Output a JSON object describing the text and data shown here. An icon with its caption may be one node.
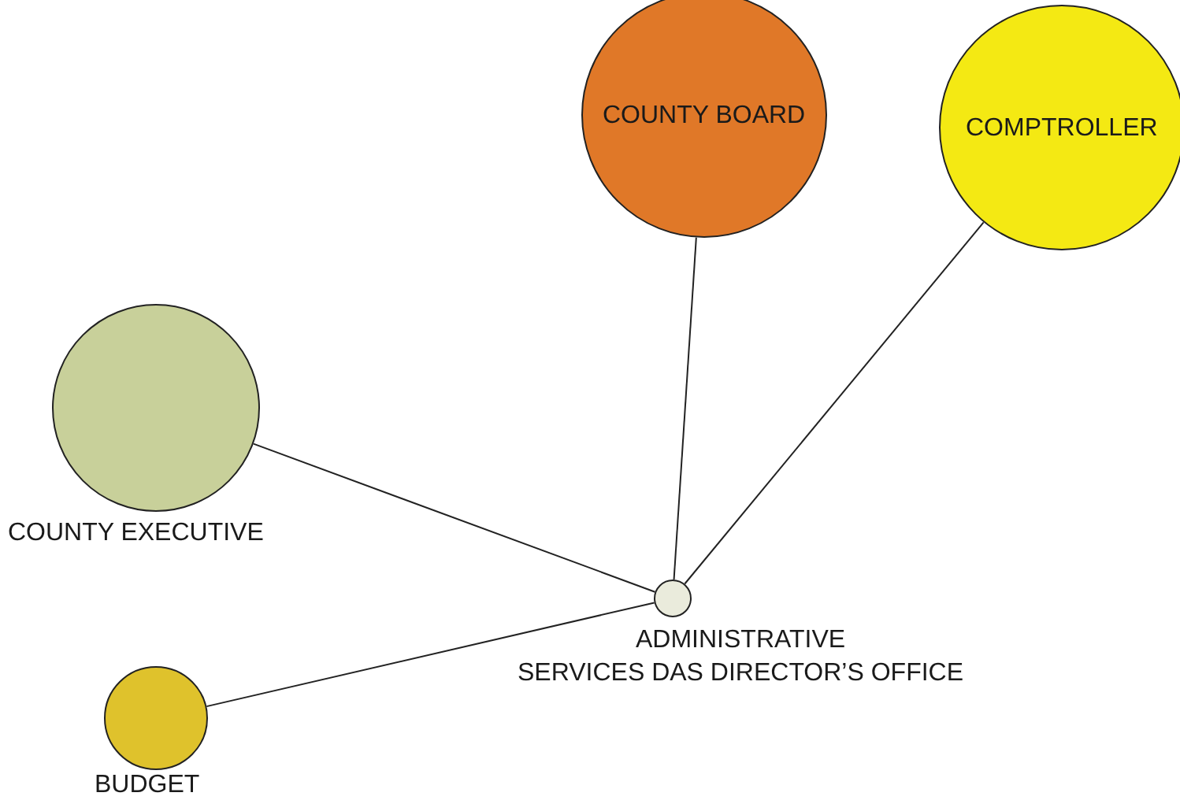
{
  "diagram": {
    "nodes": [
      {
        "text": [
          "COUNTY BOARD"
        ]
      },
      {
        "text": [
          "COMPTROLLER"
        ]
      },
      {
        "text": [
          "COUNTY EXECUTIVE"
        ]
      },
      {
        "text": [
          "ADMINISTRATIVE",
          "SERVICES DAS DIRECTOR’S OFFICE"
        ]
      },
      {
        "text": [
          "BUDGET"
        ]
      }
    ],
    "edges": [
      {
        "from": 2,
        "to": 3,
        "arrow": "none"
      },
      {
        "from": 0,
        "to": 3,
        "arrow": "none"
      },
      {
        "from": 1,
        "to": 3,
        "arrow": "none"
      },
      {
        "from": 4,
        "to": 3,
        "arrow": "none"
      }
    ]
  }
}
